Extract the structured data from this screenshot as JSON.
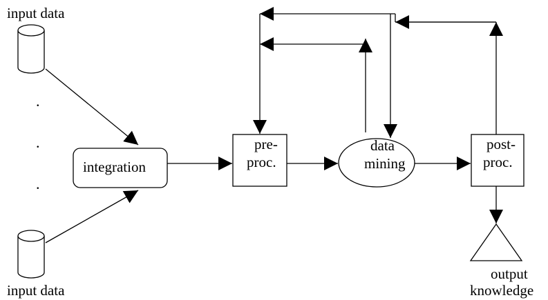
{
  "inputs": {
    "top_label": "input data",
    "bottom_label": "input data",
    "ellipsis": [
      ".",
      ".",
      "."
    ]
  },
  "nodes": {
    "integration": "integration",
    "preproc_line1": "pre-",
    "preproc_line2": "proc.",
    "mining_line1": "data",
    "mining_line2": "mining",
    "postproc_line1": "post-",
    "postproc_line2": "proc.",
    "output_line1": "output",
    "output_line2": "knowledge"
  },
  "colors": {
    "stroke": "#000000",
    "fill": "#ffffff"
  }
}
